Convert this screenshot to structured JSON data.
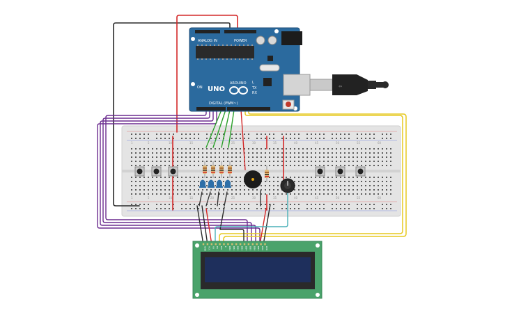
{
  "arduino": {
    "analog_label": "ANALOG IN",
    "power_label": "POWER",
    "model_label": "UNO",
    "brand_label": "ARDUINO",
    "digital_label": "DIGITAL (PWM~)",
    "on_label": "ON",
    "tx_label": "TX",
    "rx_label": "RX",
    "l_label": "L"
  },
  "breadboard": {
    "column_numbers": [
      "1",
      "5",
      "10",
      "15",
      "20",
      "25",
      "30",
      "35",
      "40",
      "45",
      "50",
      "55",
      "60"
    ]
  },
  "lcd": {
    "pin_labels": [
      "GND",
      "VCC",
      "V0",
      "RS",
      "RW",
      "E",
      "DB0",
      "DB1",
      "DB2",
      "DB3",
      "DB4",
      "DB5",
      "DB6",
      "DB7",
      "LED",
      "LED"
    ]
  },
  "colors": {
    "arduino_board": "#2b6a9e",
    "breadboard": "#e4e4e4",
    "lcd_board": "#4aa36b",
    "lcd_screen": "#1e2f5c",
    "wire_red": "#d42828",
    "wire_black": "#2a2a2a",
    "wire_purple": "#6b2c8f",
    "wire_green": "#2aa02a",
    "wire_yellow": "#e6c81e",
    "wire_teal": "#4ab0b8"
  }
}
